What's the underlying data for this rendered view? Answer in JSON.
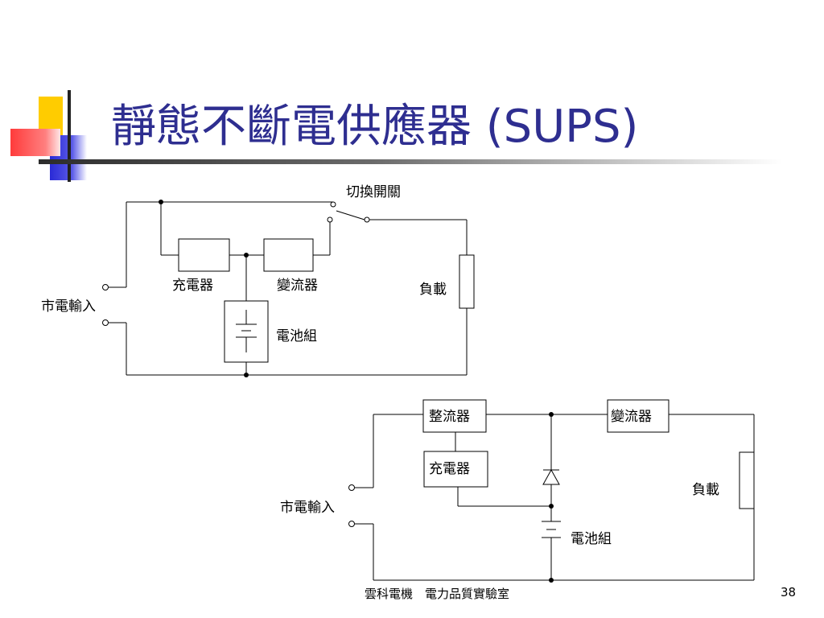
{
  "title": "靜態不斷電供應器 (SUPS)",
  "top_diagram": {
    "switch_label": "切換開關",
    "charger_label": "充電器",
    "inverter_label": "變流器",
    "load_label": "負載",
    "mains_input_label": "市電輸入",
    "battery_label": "電池組"
  },
  "bottom_diagram": {
    "rectifier_label": "整流器",
    "inverter_label": "變流器",
    "charger_label": "充電器",
    "load_label": "負載",
    "mains_input_label": "市電輸入",
    "battery_label": "電池組"
  },
  "footer": {
    "lab": "雲科電機　電力品質實驗室",
    "page": "38"
  }
}
